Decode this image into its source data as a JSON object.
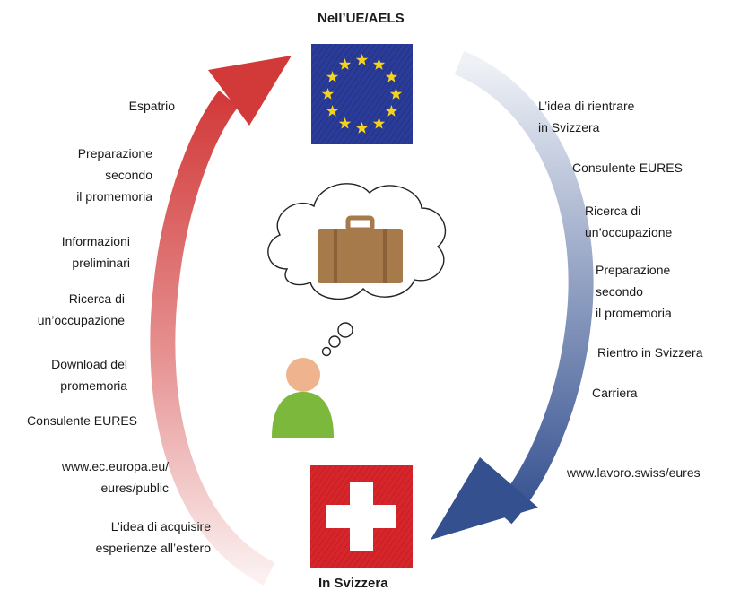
{
  "top_title": "Nell’UE/AELS",
  "bottom_title": "In Svizzera",
  "left_steps": [
    "Espatrio",
    "Preparazione\n secondo\n il promemoria",
    "Informazioni\npreliminari",
    "Ricerca di\nun’occupazione",
    "Download del\npromemoria",
    "Consulente EURES",
    "www.ec.europa.eu/\neures/public",
    "L’idea di acquisire\nesperienze all’estero"
  ],
  "right_steps": [
    "L’idea di rientrare\n  in Svizzera",
    "Consulente EURES",
    "Ricerca di\n un’occupazione",
    "Preparazione\nsecondo\n il promemoria",
    "Rientro in Svizzera",
    "Carriera",
    "www.lavoro.swiss/eures"
  ],
  "colors": {
    "left_arrow": "#d23a3a",
    "right_arrow": "#34508f",
    "eu_flag": "#2a3c98",
    "eu_stars": "#f5d21e",
    "swiss_flag": "#d6262b",
    "suitcase": "#a77a4c",
    "person_head": "#efb38e",
    "person_body": "#7cb83c"
  },
  "icons": [
    "eu-flag-icon",
    "swiss-flag-icon",
    "thought-cloud-icon",
    "suitcase-icon",
    "person-icon"
  ]
}
